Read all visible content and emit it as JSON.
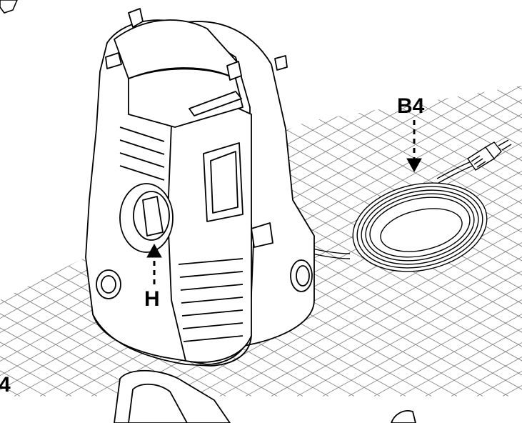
{
  "callouts": {
    "cord": "B4",
    "handle": "H",
    "edge": "4"
  },
  "colors": {
    "line": "#000000",
    "paper": "#ffffff",
    "tile": "#7a7a7a"
  }
}
